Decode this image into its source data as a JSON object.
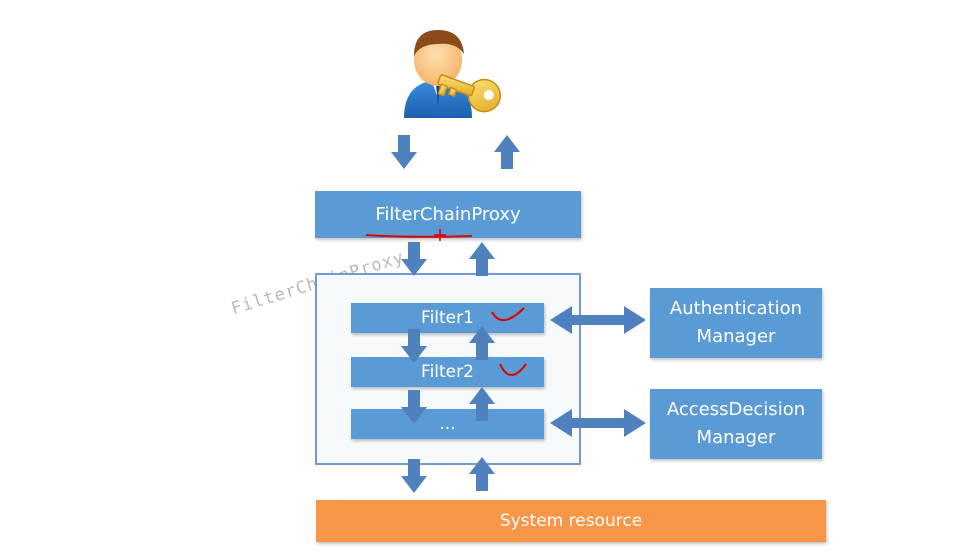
{
  "diagram": {
    "watermark_text": "FilterChainProxy",
    "proxy_label": "FilterChainProxy",
    "filters": [
      "Filter1",
      "Filter2",
      "..."
    ],
    "authentication_manager": {
      "line1": "Authentication",
      "line2": "Manager"
    },
    "access_decision_manager": {
      "line1": "AccessDecision",
      "line2": "Manager"
    },
    "system_resource_label": "System resource"
  },
  "colors": {
    "box_blue": "#5b9bd5",
    "arrow_blue": "#4f81bd",
    "resource_orange": "#f79646",
    "annotation_red": "#e00000"
  },
  "icons": [
    "user-with-key-icon"
  ]
}
